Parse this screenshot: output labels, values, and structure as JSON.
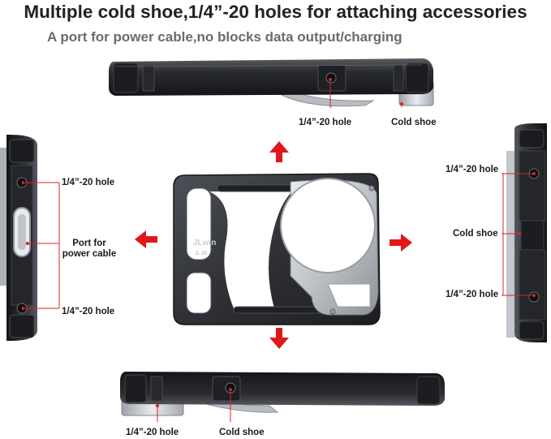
{
  "headline": "Multiple cold shoe,1/4”-20 holes for attaching accessories",
  "subline": "A port for power cable,no blocks data output/charging",
  "top_view": {
    "hole_label": "1/4”-20 hole",
    "shoe_label": "Cold shoe"
  },
  "left_view": {
    "hole_top_label": "1/4”-20 hole",
    "port_label_line1": "Port for",
    "port_label_line2": "power cable",
    "hole_bottom_label": "1/4”-20 hole"
  },
  "right_view": {
    "hole_top_label": "1/4”-20 hole",
    "shoe_label": "Cold shoe",
    "hole_bottom_label": "1/4”-20 hole"
  },
  "bottom_view": {
    "hole_label": "1/4”-20 hole",
    "shoe_label": "Cold shoe"
  },
  "front_view": {
    "brand": "JLwin",
    "model": "JL-39"
  },
  "colors": {
    "arrow": "#e0171b",
    "leader": "#d8232a",
    "metal_dark": "#2b2d31",
    "metal_light": "#c9ccd1"
  }
}
